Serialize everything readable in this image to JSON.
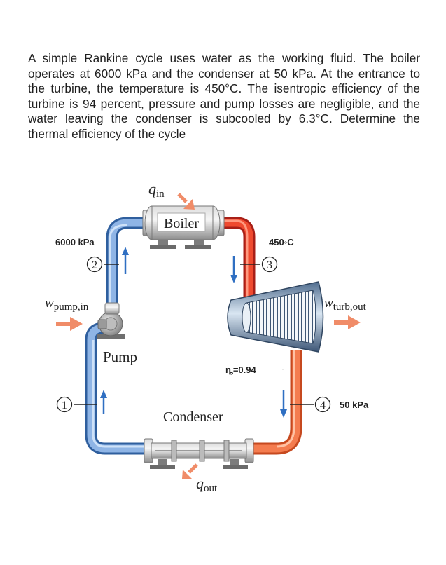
{
  "problem_text": "A simple Rankine cycle uses water as the working fluid. The boiler operates at 6000 kPa and the condenser at 50 kPa. At the entrance to the turbine, the temperature is 450°C. The isentropic efficiency of the turbine is 94 percent, pressure and pump losses are negligible, and the water leaving the condenser is subcooled by 6.3°C. Determine the thermal efficiency of the cycle",
  "diagram": {
    "q_in": {
      "symbol": "q",
      "subscript": "in"
    },
    "q_out": {
      "symbol": "q",
      "subscript": "out"
    },
    "w_pump": {
      "symbol": "w",
      "subscript": "pump,in"
    },
    "w_turb": {
      "symbol": "w",
      "subscript": "turb,out"
    },
    "boiler_label": "Boiler",
    "pump_label": "Pump",
    "condenser_label": "Condenser",
    "state_1": "1",
    "state_2": "2",
    "state_3": "3",
    "state_4": "4",
    "boiler_pressure": "6000 kPa",
    "turbine_inlet_temp": "450◦C",
    "condenser_pressure": "50 kPa",
    "turbine_efficiency": "ȵ=0.94",
    "colors": {
      "cold_pipe": "#6f9fd8",
      "hot_pipe": "#e8452c",
      "warm_pipe": "#f2794a",
      "heat_arrow": "#f08c68",
      "flow_arrow": "#2f6fc2"
    }
  }
}
